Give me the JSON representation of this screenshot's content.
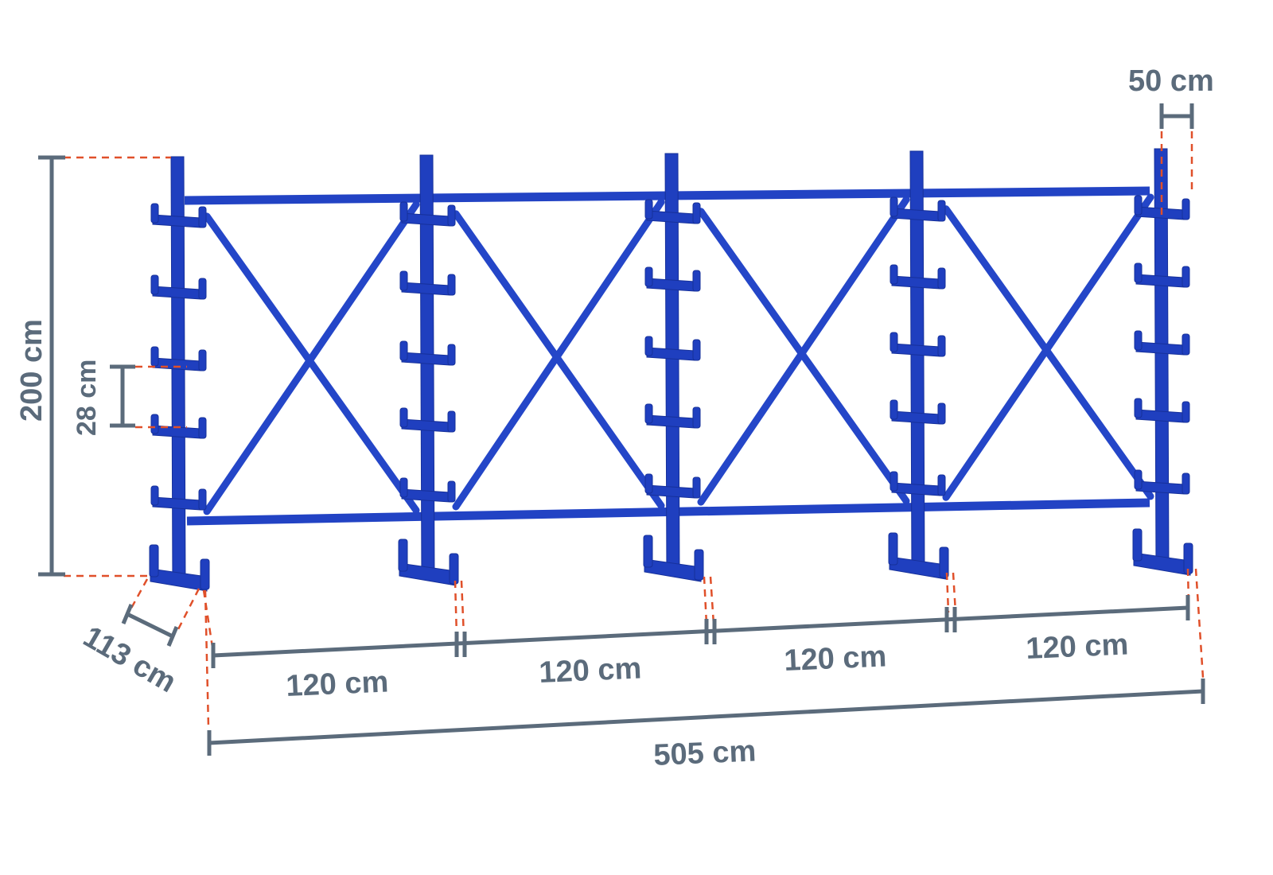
{
  "title": "Cantilever rack dimensions",
  "dimensions": {
    "height": "200 cm",
    "arm_spacing": "28 cm",
    "depth": "113 cm",
    "arm_length": "50 cm",
    "bay_widths": [
      "120 cm",
      "120 cm",
      "120 cm",
      "120 cm"
    ],
    "total_length": "505 cm"
  },
  "colors": {
    "rack": "#1f3fbf",
    "dimension": "#5b6b7b",
    "guide": "#e0502a"
  }
}
